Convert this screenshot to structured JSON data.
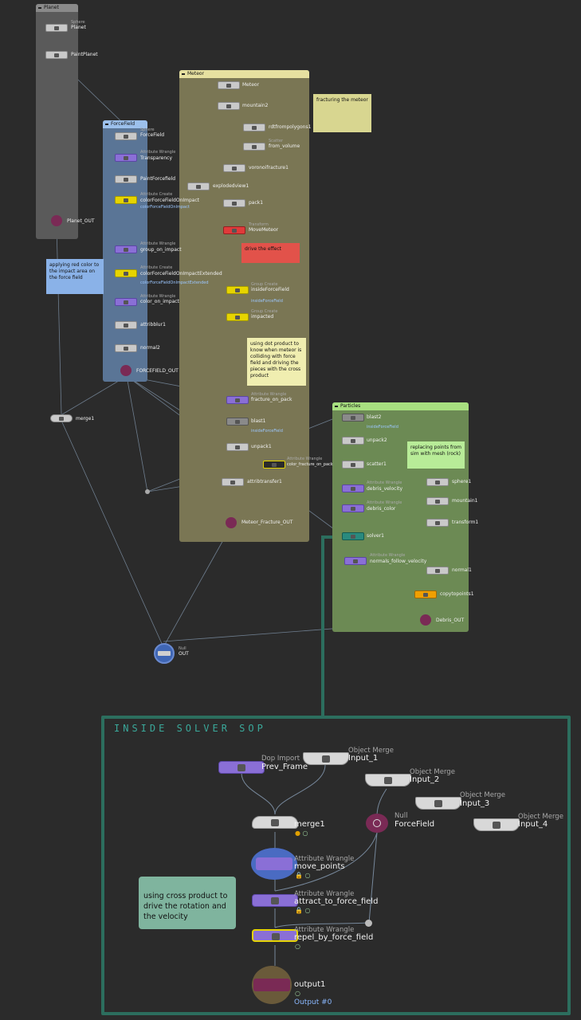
{
  "colors": {
    "background": "#2b2b2b",
    "solver_border": "#2c6e5e",
    "sticky_green": "#7fb49e"
  },
  "boxes": {
    "planet": {
      "title": "Planet"
    },
    "forcefield": {
      "title": "ForceField"
    },
    "meteor": {
      "title": "Meteor"
    },
    "particles": {
      "title": "Particles"
    }
  },
  "notes": {
    "fracturing": "fracturing the meteor",
    "red_color": "applying red color to the impact area on the force field",
    "drive_effect": "drive the effect",
    "dot_product": "using dot product to know when meteor is colliding with force field and driving the pieces with the cross product",
    "replacing_points": "replacing points from sim with mesh (rock)",
    "cross_product": "using cross product to drive the rotation and the velocity"
  },
  "planet_nodes": [
    {
      "label": "Planet",
      "type": "Sphere"
    },
    {
      "label": "PaintPlanet",
      "type": ""
    },
    {
      "label": "Planet_OUT",
      "type": ""
    }
  ],
  "forcefield_nodes": [
    {
      "label": "ForceField",
      "type": "Sphere"
    },
    {
      "label": "Transparency",
      "type": "Attribute Wrangle"
    },
    {
      "label": "PaintForcefield",
      "type": ""
    },
    {
      "label": "colorForceFieldOnImpact",
      "type": "Attribute Create",
      "sub": "colorForceFieldOnImpact"
    },
    {
      "label": "group_on_impact",
      "type": "Attribute Wrangle"
    },
    {
      "label": "colorForceFieldOnImpactExtended",
      "type": "Attribute Create",
      "sub": "colorForceFieldOnImpactExtended"
    },
    {
      "label": "color_on_impact",
      "type": "Attribute Wrangle"
    },
    {
      "label": "attribblur1",
      "type": ""
    },
    {
      "label": "normal2",
      "type": ""
    },
    {
      "label": "FORCEFIELD_OUT",
      "type": ""
    }
  ],
  "meteor_nodes": [
    {
      "label": "Meteor",
      "type": ""
    },
    {
      "label": "mountain2",
      "type": ""
    },
    {
      "label": "rdtfrompolygons1",
      "type": ""
    },
    {
      "label": "from_volume",
      "type": "Scatter"
    },
    {
      "label": "voronoifracture1",
      "type": ""
    },
    {
      "label": "explodedview1",
      "type": ""
    },
    {
      "label": "pack1",
      "type": ""
    },
    {
      "label": "MoveMeteor",
      "type": "Transform"
    },
    {
      "label": "insideForceField",
      "type": "Group Create",
      "sub": "insideForceField"
    },
    {
      "label": "impacted",
      "type": "Group Create"
    },
    {
      "label": "fracture_on_pack",
      "type": "Attribute Wrangle"
    },
    {
      "label": "blast1",
      "type": "",
      "sub": "insideForceField"
    },
    {
      "label": "unpack1",
      "type": ""
    },
    {
      "label": "color_fracture_on_pack",
      "type": "Attribute Wrangle"
    },
    {
      "label": "attribtransfer1",
      "type": ""
    },
    {
      "label": "Meteor_Fracture_OUT",
      "type": ""
    }
  ],
  "particles_nodes": [
    {
      "label": "blast2",
      "type": "",
      "sub": "insideForceField"
    },
    {
      "label": "unpack2",
      "type": ""
    },
    {
      "label": "scatter1",
      "type": ""
    },
    {
      "label": "debris_velocity",
      "type": "Attribute Wrangle"
    },
    {
      "label": "debris_color",
      "type": "Attribute Wrangle"
    },
    {
      "label": "solver1",
      "type": ""
    },
    {
      "label": "normals_follow_velocity",
      "type": "Attribute Wrangle"
    },
    {
      "label": "sphere1",
      "type": ""
    },
    {
      "label": "mountain1",
      "type": ""
    },
    {
      "label": "transform1",
      "type": ""
    },
    {
      "label": "normal1",
      "type": ""
    },
    {
      "label": "copytopoints1",
      "type": ""
    },
    {
      "label": "Debris_OUT",
      "type": ""
    }
  ],
  "top_level": {
    "merge": {
      "label": "merge1"
    },
    "out": {
      "label": "OUT",
      "type": "Null"
    }
  },
  "solver": {
    "title": "INSIDE SOLVER SOP",
    "nodes": {
      "prev_frame": {
        "type": "Dop Import",
        "label": "Prev_Frame"
      },
      "input_1": {
        "type": "Object Merge",
        "label": "Input_1"
      },
      "input_2": {
        "type": "Object Merge",
        "label": "Input_2"
      },
      "input_3": {
        "type": "Object Merge",
        "label": "Input_3"
      },
      "input_4": {
        "type": "Object Merge",
        "label": "Input_4"
      },
      "merge": {
        "type": "",
        "label": "merge1"
      },
      "forcefield": {
        "type": "Null",
        "label": "ForceField"
      },
      "move_points": {
        "type": "Attribute Wrangle",
        "label": "move_points"
      },
      "attract": {
        "type": "Attribute Wrangle",
        "label": "attract_to_force_field"
      },
      "repel": {
        "type": "Attribute Wrangle",
        "label": "repel_by_force_field"
      },
      "output": {
        "type": "",
        "label": "output1",
        "sub": "Output #0"
      }
    }
  }
}
